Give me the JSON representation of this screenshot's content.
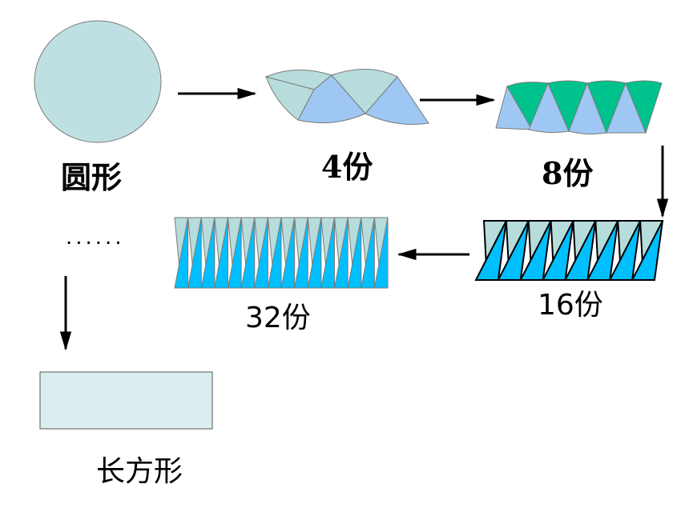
{
  "labels": {
    "circle": "圆形",
    "four": "4份",
    "eight": "8份",
    "sixteen": "16份",
    "thirtytwo": "32份",
    "rectangle": "长方形",
    "ellipsis": "......"
  },
  "stages": [
    {
      "name": "circle",
      "pieces": 1
    },
    {
      "name": "four",
      "pieces": 4
    },
    {
      "name": "eight",
      "pieces": 8
    },
    {
      "name": "sixteen",
      "pieces": 16
    },
    {
      "name": "thirtytwo",
      "pieces": 32
    },
    {
      "name": "rectangle",
      "pieces": null
    }
  ],
  "colors": {
    "circle_fill": "#bfe0e2",
    "light_teal": "#b7dcdc",
    "light_blue": "#9ec7f4",
    "green": "#00c28c",
    "cyan": "#00bfff",
    "rect_fill": "#daeef0",
    "stroke": "#7a7a7a",
    "arrow": "#000000"
  }
}
